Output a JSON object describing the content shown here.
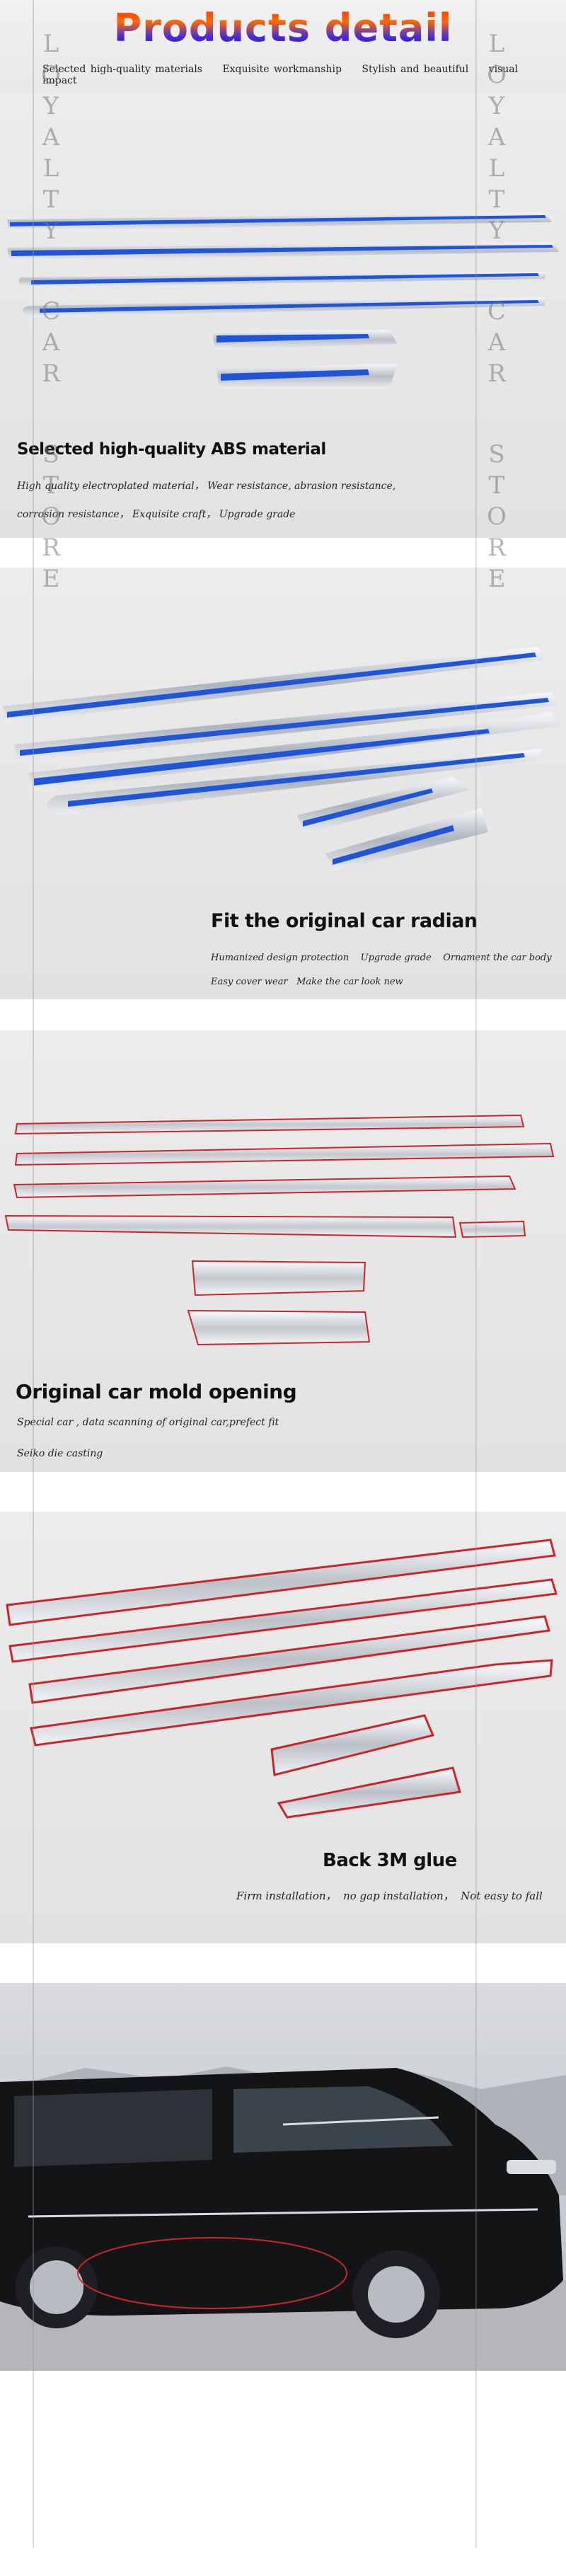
{
  "header": {
    "title": "Products detail",
    "taglines": [
      "Selected high-quality materials",
      "Exquisite workmanship",
      "Stylish and beautiful",
      "visual impact"
    ]
  },
  "sections": [
    {
      "heading": "Selected high-quality ABS material",
      "lines": [
        "High quality electroplated material， Wear resistance, abrasion resistance,",
        "corrosion resistance， Exquisite craft， Upgrade grade"
      ]
    },
    {
      "heading": "Fit the original car radian",
      "lines": [
        "Humanized design protection    Upgrade grade    Ornament the car body",
        "Easy cover wear   Make the car look new"
      ]
    },
    {
      "heading": "Original car mold opening",
      "lines": [
        "Special car , data scanning of original car,prefect fit",
        "Seiko die casting"
      ]
    },
    {
      "heading": "Back 3M glue",
      "lines": [
        "Firm installation，  no gap installation，  Not easy to fall"
      ]
    }
  ],
  "watermark": {
    "letters": [
      "L",
      "O",
      "Y",
      "A",
      "L",
      "T",
      "Y",
      "",
      "C",
      "A",
      "R",
      "",
      "S",
      "T",
      "O",
      "R",
      "E"
    ]
  },
  "colors": {
    "title_top": "#ff2a00",
    "title_bottom": "#1b1ba8",
    "trim_blue": "#1f55d6",
    "trim_chrome": "#d9dde2",
    "glue_red": "#c8262d",
    "car_body": "#121416"
  }
}
